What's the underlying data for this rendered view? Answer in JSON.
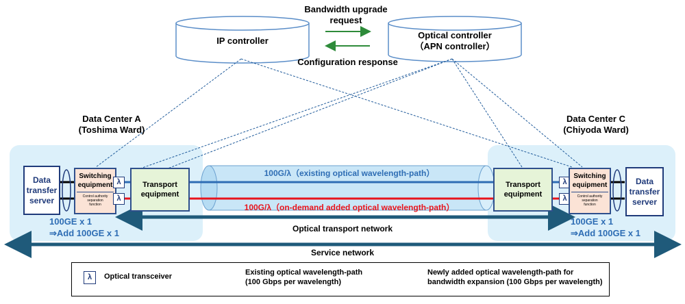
{
  "controllers": {
    "ip": "IP controller",
    "optical_line1": "Optical controller",
    "optical_line2": "（APN controller）",
    "request_line1": "Bandwidth upgrade",
    "request_line2": "request",
    "response": "Configuration response"
  },
  "dc_a": {
    "name_line1": "Data Center A",
    "name_line2": "(Toshima Ward)",
    "server_line1": "Data",
    "server_line2": "transfer",
    "server_line3": "server",
    "switch_line1": "Switching",
    "switch_line2": "equipment",
    "switch_sub1": "Control  authority",
    "switch_sub2": "separation",
    "switch_sub3": "function",
    "transport_line1": "Transport",
    "transport_line2": "equipment",
    "port_line1": "100GE x 1",
    "port_line2": "⇒Add 100GE x 1"
  },
  "dc_c": {
    "name_line1": "Data Center C",
    "name_line2": "(Chiyoda Ward)",
    "server_line1": "Data",
    "server_line2": "transfer",
    "server_line3": "server",
    "switch_line1": "Switching",
    "switch_line2": "equipment",
    "switch_sub1": "Control  authority",
    "switch_sub2": "separation",
    "switch_sub3": "function",
    "transport_line1": "Transport",
    "transport_line2": "equipment",
    "port_line1": "100GE x 1",
    "port_line2": "⇒Add 100GE x 1"
  },
  "paths": {
    "existing": "100G/λ（existing optical wavelength-path）",
    "added": "100G/λ（on-demand added optical wavelength-path）"
  },
  "networks": {
    "optical": "Optical transport network",
    "service": "Service network"
  },
  "legend": {
    "lambda_symbol": "λ",
    "transceiver": "Optical transceiver",
    "red_line1": "Existing optical wavelength-path",
    "red_line2": "(100 Gbps per wavelength)",
    "blue_line1": "Newly added optical wavelength-path for",
    "blue_line2": "bandwidth expansion (100 Gbps per wavelength)"
  },
  "colors": {
    "red_path": "#e8141c",
    "blue_path": "#2e6db4",
    "arrow_green": "#2e8b3a",
    "network_arrow": "#1f5a7a"
  }
}
